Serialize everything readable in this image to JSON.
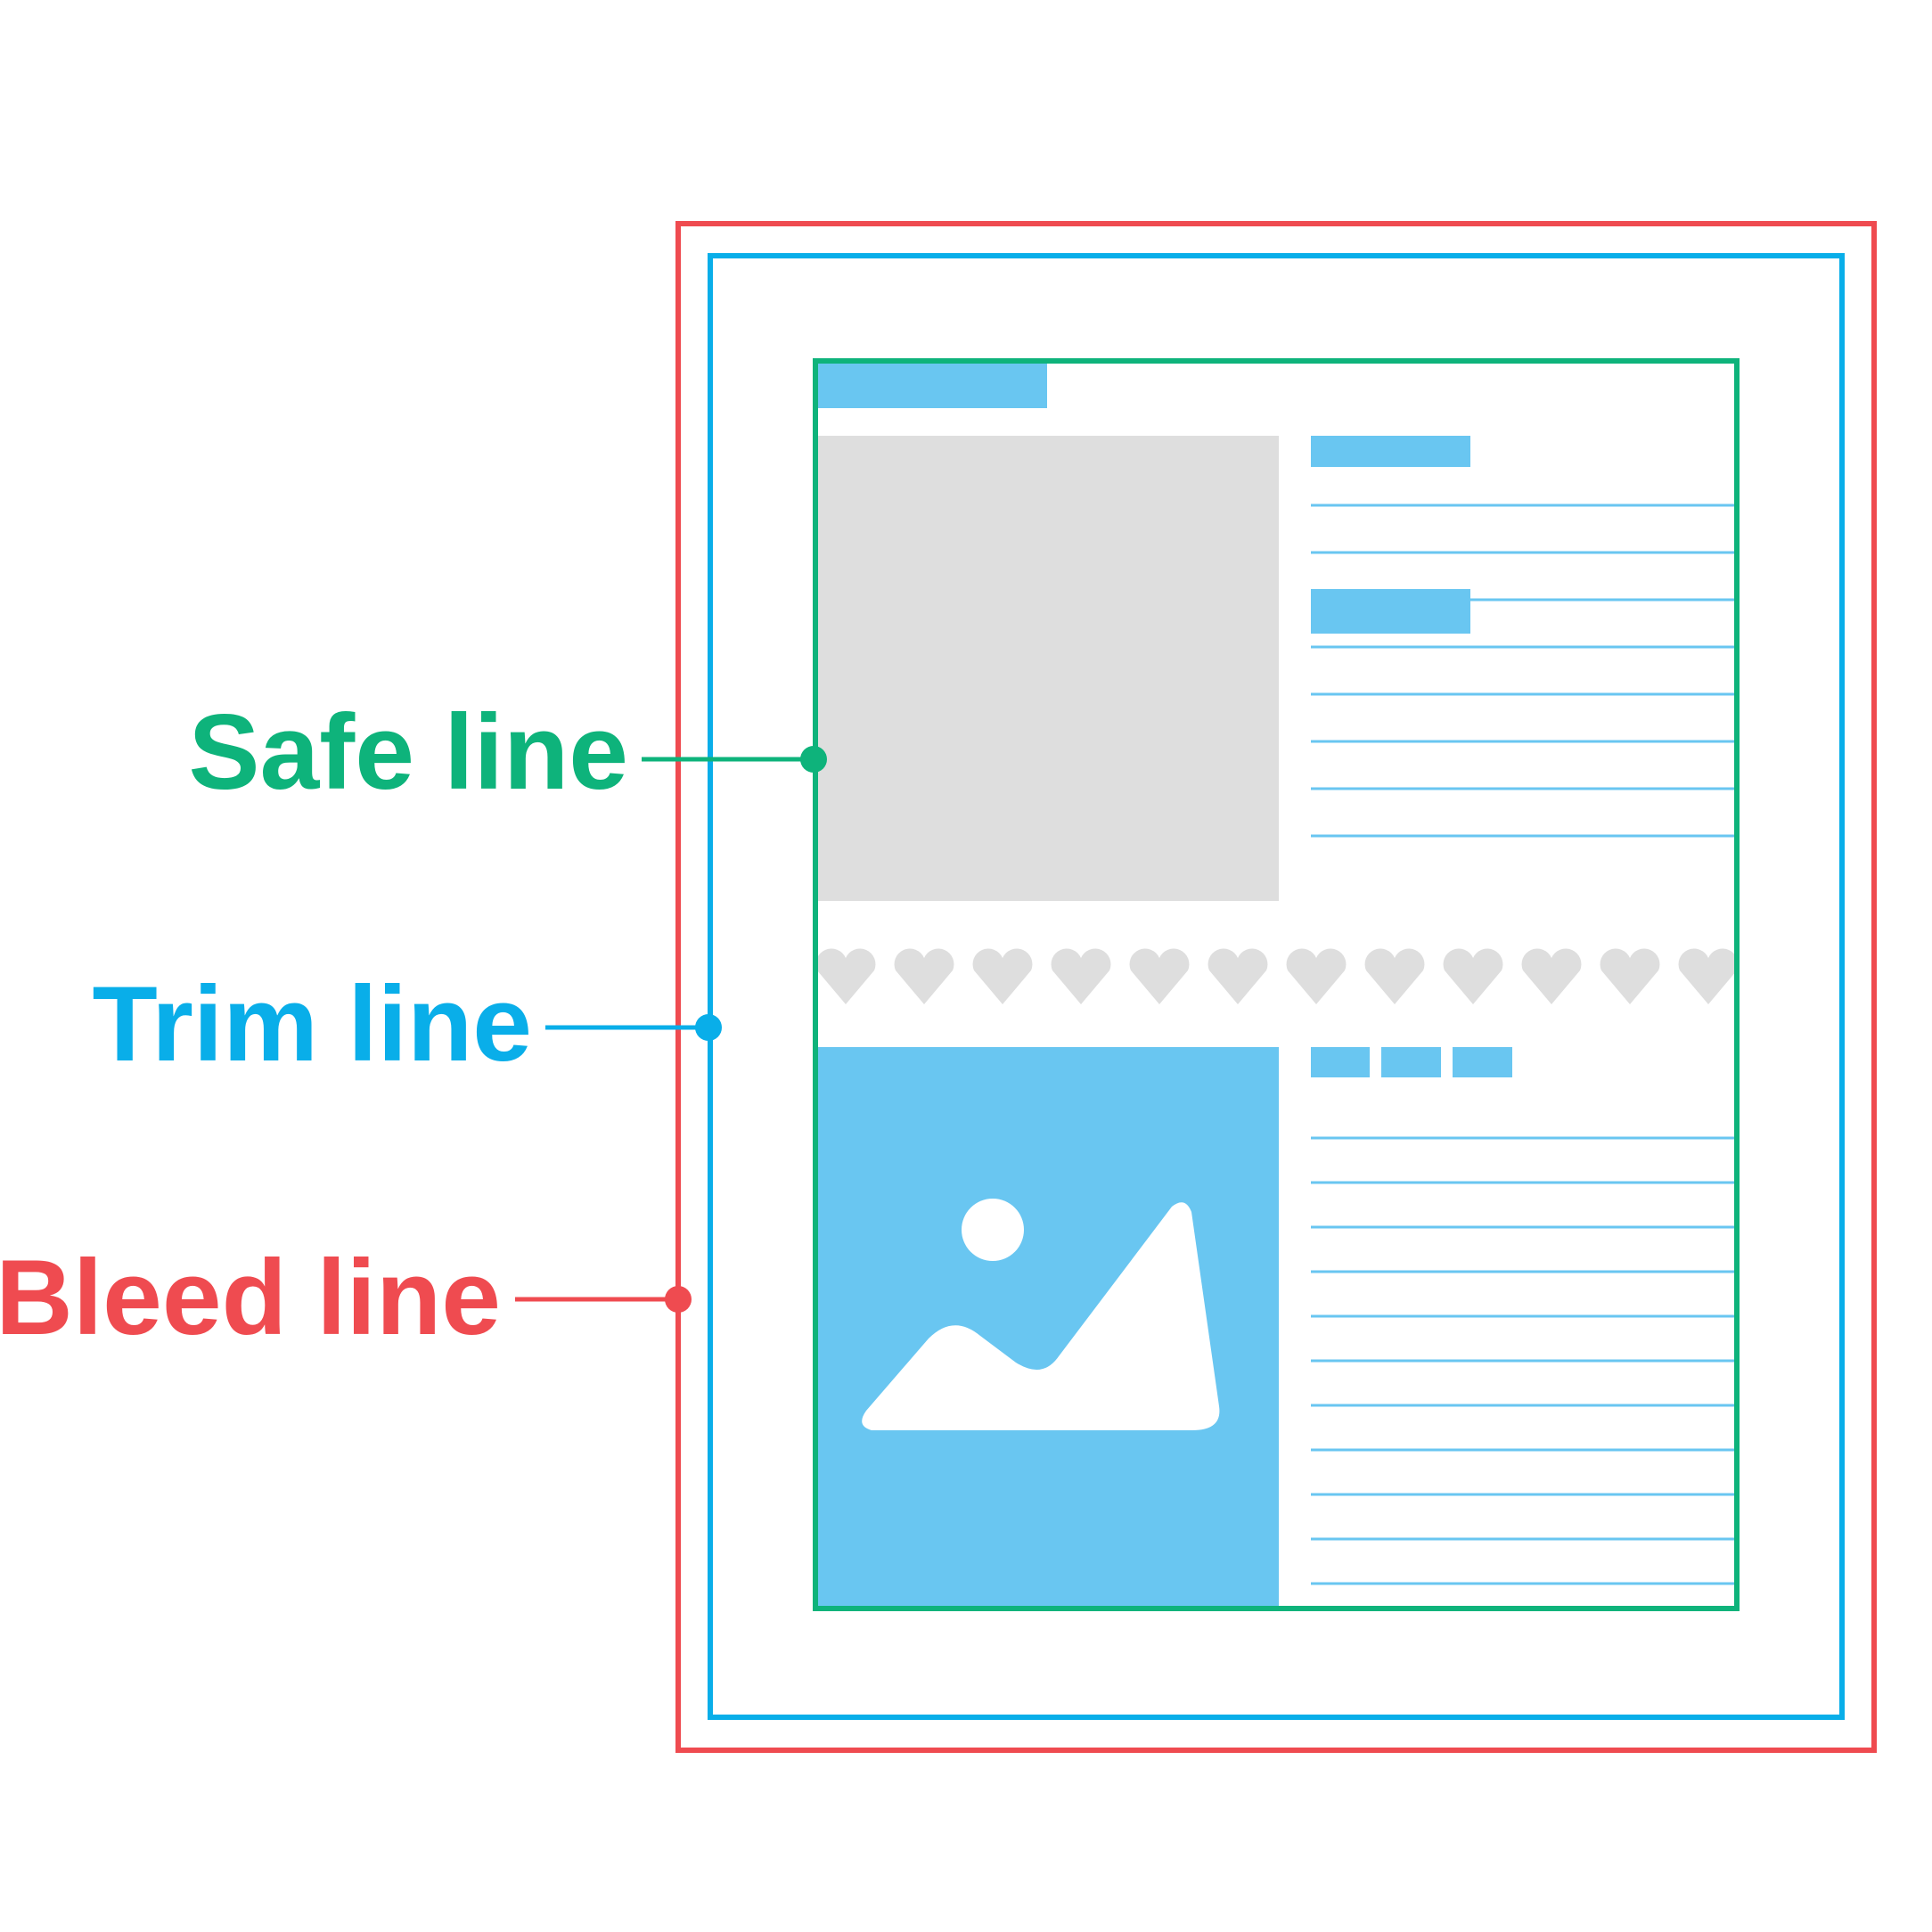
{
  "labels": {
    "safe": "Safe line",
    "trim": "Trim line",
    "bleed": "Bleed line"
  },
  "colors": {
    "safe": "#0eb37b",
    "trim": "#09aee9",
    "bleed": "#ef4b50",
    "block": "#69c6f1",
    "rule": "#69c6f1",
    "placeholder": "#dedede",
    "hearts": "#dedede",
    "background": "#ffffff"
  },
  "icons": {
    "image_placeholder": "image-mountain-icon",
    "heart": "heart-icon"
  },
  "layout_elements": {
    "heart_count": 12,
    "upper_text_rules": 8,
    "lower_text_rules": 11,
    "lower_heading_blocks": 3
  }
}
